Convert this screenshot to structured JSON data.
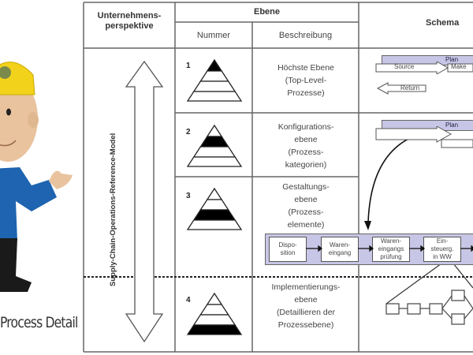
{
  "caption": "Process Detail",
  "table": {
    "header": {
      "perspective": "Unternehmens-\nperspektive",
      "level_group": "Ebene",
      "number": "Nummer",
      "description": "Beschreibung",
      "schema": "Schema"
    },
    "side_label": "Supply-Chain-Operations-Reference-Model",
    "rows": [
      {
        "number": "1",
        "highlight_band": 1,
        "description": [
          "Höchste Ebene",
          "(Top-Level-",
          "Prozesse)"
        ]
      },
      {
        "number": "2",
        "highlight_band": 2,
        "description": [
          "Konfigurations-",
          "ebene",
          "(Prozess-",
          "kategorien)"
        ]
      },
      {
        "number": "3",
        "highlight_band": 3,
        "description": [
          "Gestaltungs-",
          "ebene",
          "(Prozess-",
          "elemente)"
        ]
      },
      {
        "number": "4",
        "highlight_band": 4,
        "description": [
          "Implementierungs-",
          "ebene",
          "(Detaillieren der",
          "Prozessebene)"
        ]
      }
    ]
  },
  "schema": {
    "level1": {
      "plan": "Plan",
      "source": "Source",
      "make": "Make",
      "return": "Return"
    },
    "level2": {
      "plan": "Plan"
    },
    "level3": {
      "steps": [
        "Dispo-\nsition",
        "Waren-\neingang",
        "Waren-\neingangs\nprüfung",
        "Ein-\nsteuerg.\nin WW"
      ]
    }
  },
  "colors": {
    "band": "#c8c6e6",
    "line": "#555555"
  }
}
